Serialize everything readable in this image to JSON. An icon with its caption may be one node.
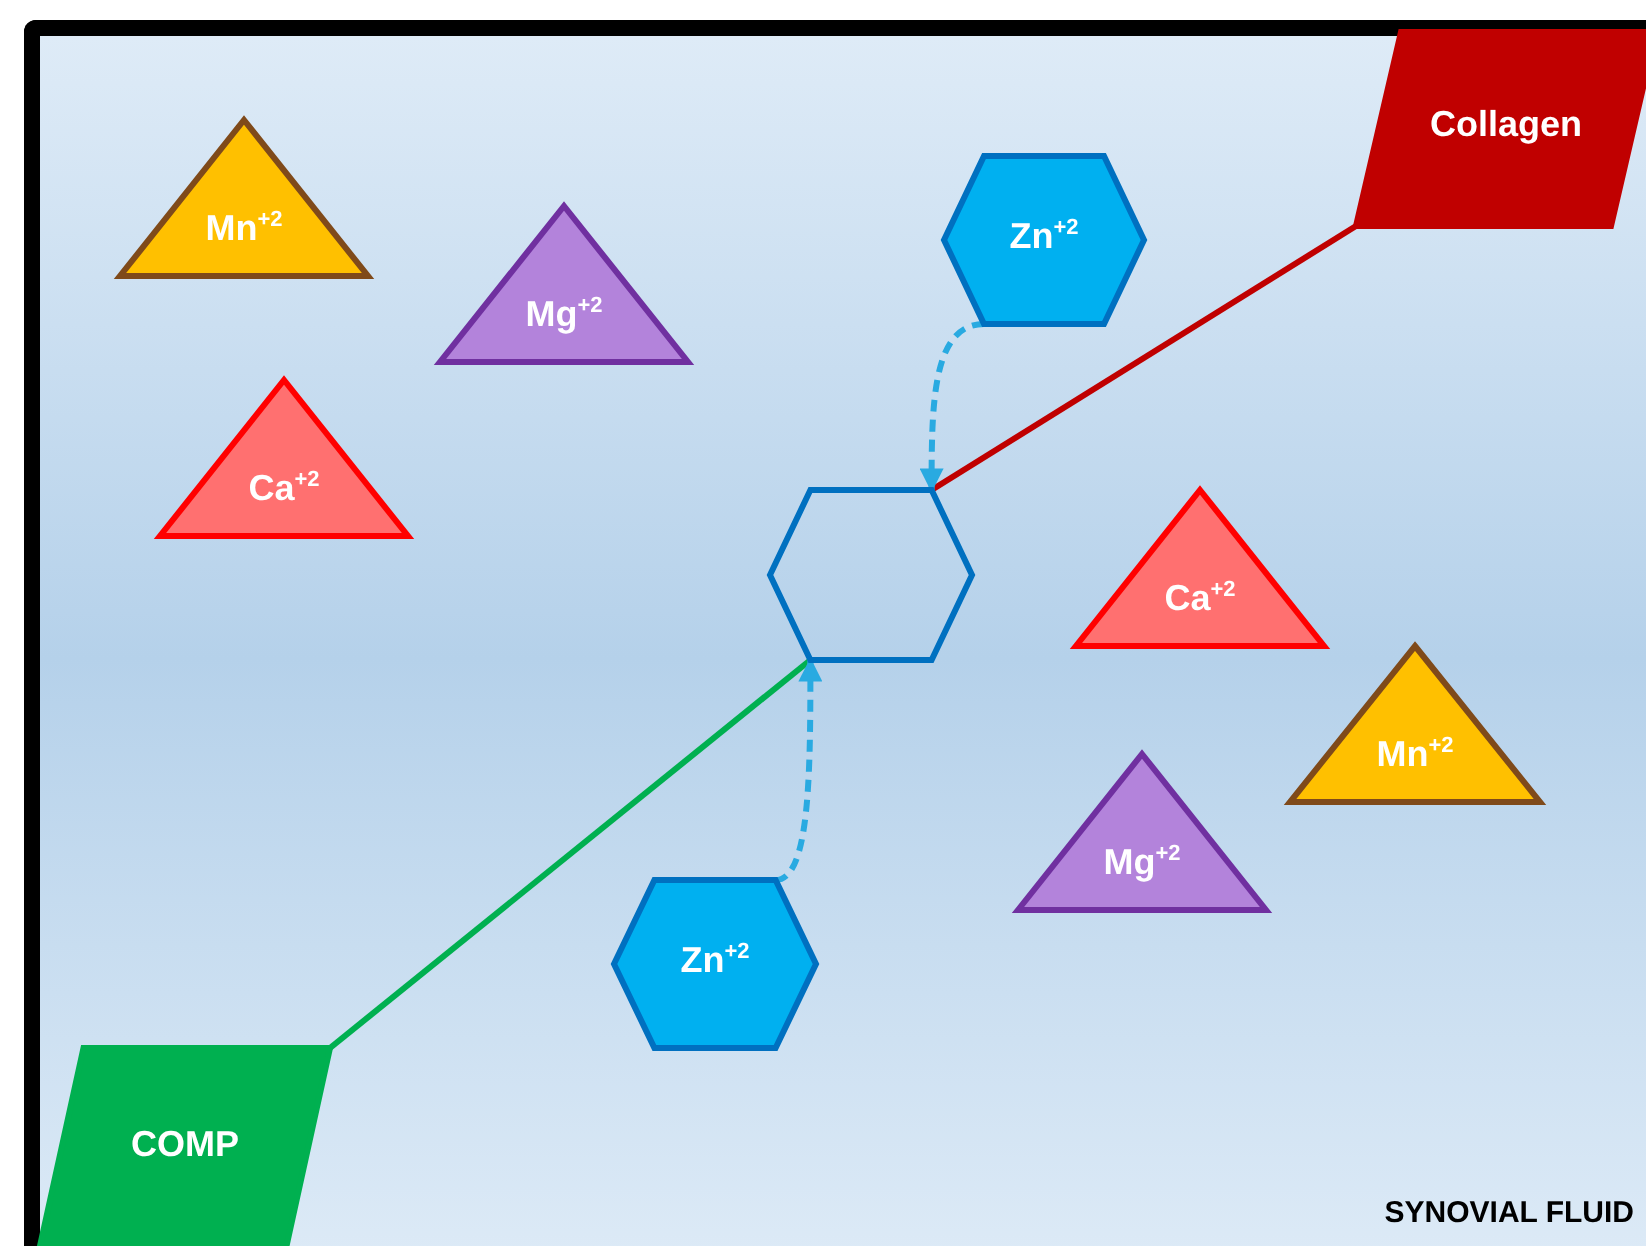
{
  "diagram": {
    "nodes": [
      {
        "text": [
          "Collagen"
        ]
      },
      {
        "text": [
          "Mn$^{+2}$"
        ]
      },
      {
        "text": [
          "Zn$^{+2}$"
        ]
      },
      {
        "text": [
          "Mg$^{+2}$"
        ]
      },
      {
        "text": [
          "Ca$^{+2}$"
        ]
      },
      {
        "text": [],
        "shape": "hexagon"
      },
      {
        "text": [
          "Ca$^{+2}$"
        ]
      },
      {
        "text": [
          "Mn$^{+2}$"
        ]
      },
      {
        "text": [
          "Mg$^{+2}$"
        ]
      },
      {
        "text": [
          "Zn$^{+2}$"
        ]
      },
      {
        "text": [
          "COMP"
        ]
      }
    ],
    "edges": [
      {
        "from": 0,
        "to": 5,
        "arrow": "none",
        "color": "#c00000"
      },
      {
        "from": 2,
        "to": 5,
        "arrow": "to",
        "style": "dashed",
        "color": "#29aae1"
      },
      {
        "from": 10,
        "to": 5,
        "arrow": "none",
        "color": "#00b050"
      },
      {
        "from": 9,
        "to": 5,
        "arrow": "to",
        "style": "dashed",
        "color": "#29aae1"
      }
    ],
    "labels": [
      "SYNOVIAL FLUID"
    ]
  }
}
